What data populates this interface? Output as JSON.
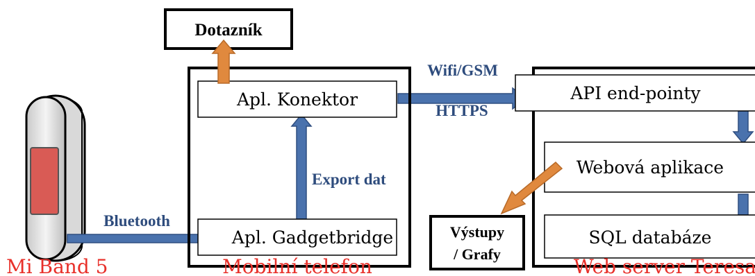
{
  "colors": {
    "outline": "#000000",
    "blue_arrow": "#4A72AD",
    "blue_arrow_edge": "#2F4E80",
    "blue_text": "#2E4C7D",
    "orange_arrow": "#E0893E",
    "orange_arrow_edge": "#B86A28",
    "red_caption": "#E8302A",
    "band_red": "#D95B55"
  },
  "captions": {
    "mi_band": "Mi Band 5",
    "phone": "Mobilní telefon",
    "server": "Web server Teresa"
  },
  "boxes": {
    "dotaznik": "Dotazník",
    "konektor": "Apl. Konektor",
    "gadgetbridge": "Apl. Gadgetbridge",
    "api": "API end-pointy",
    "webapp": "Webová aplikace",
    "sql": "SQL databáze",
    "vystupy_line1": "Výstupy",
    "vystupy_line2": "/ Grafy"
  },
  "arrow_labels": {
    "bluetooth": "Bluetooth",
    "export": "Export dat",
    "wifi": "Wifi/GSM",
    "https": "HTTPS"
  }
}
